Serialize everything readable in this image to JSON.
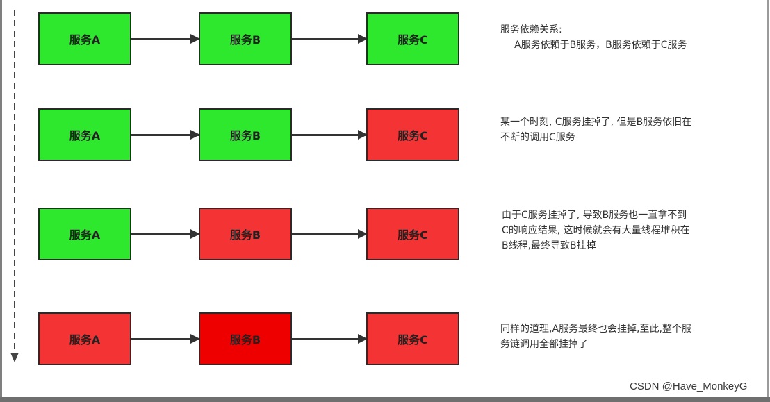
{
  "colors": {
    "ok": "#2ee82e",
    "failing": "#f43434",
    "down": "#ee0000"
  },
  "rows": [
    {
      "boxes": [
        {
          "label": "服务A",
          "state": "ok"
        },
        {
          "label": "服务B",
          "state": "ok"
        },
        {
          "label": "服务C",
          "state": "ok"
        }
      ],
      "description": [
        "服务依赖关系:",
        "A服务依赖于B服务，B服务依赖于C服务"
      ]
    },
    {
      "boxes": [
        {
          "label": "服务A",
          "state": "ok"
        },
        {
          "label": "服务B",
          "state": "ok"
        },
        {
          "label": "服务C",
          "state": "failing"
        }
      ],
      "description": [
        "某一个时刻, C服务挂掉了, 但是B服务依旧在",
        "不断的调用C服务"
      ]
    },
    {
      "boxes": [
        {
          "label": "服务A",
          "state": "ok"
        },
        {
          "label": "服务B",
          "state": "failing"
        },
        {
          "label": "服务C",
          "state": "failing"
        }
      ],
      "description": [
        "由于C服务挂掉了, 导致B服务也一直拿不到",
        "C的响应结果, 这时候就会有大量线程堆积在",
        "B线程,最终导致B挂掉"
      ]
    },
    {
      "boxes": [
        {
          "label": "服务A",
          "state": "failing"
        },
        {
          "label": "服务B",
          "state": "down"
        },
        {
          "label": "服务C",
          "state": "failing"
        }
      ],
      "description": [
        "同样的道理,A服务最终也会挂掉,至此,整个服",
        "务链调用全部挂掉了"
      ]
    }
  ],
  "watermark": "CSDN @Have_MonkeyG"
}
